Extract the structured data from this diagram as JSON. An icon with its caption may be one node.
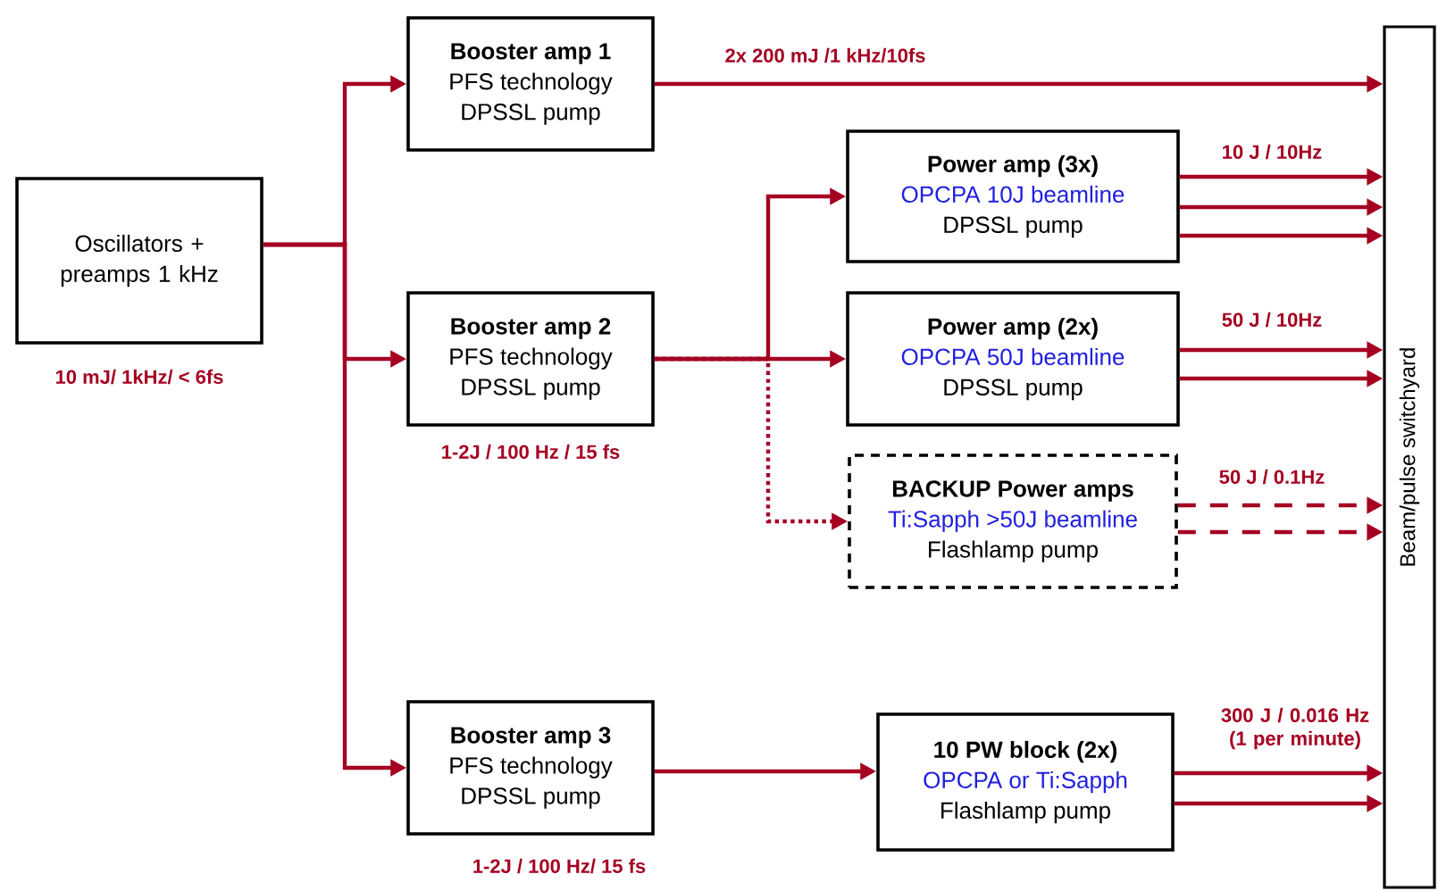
{
  "diagram": {
    "nodes": [
      {
        "text": [
          "Oscillators + preamps 1 kHz"
        ],
        "beside": [
          "10 mJ/ 1kHz/ < 6fs"
        ]
      },
      {
        "text": [
          "Booster amp 1",
          "PFS technology",
          "DPSSL pump"
        ]
      },
      {
        "text": [
          "Booster amp 2",
          "PFS technology",
          "DPSSL pump"
        ],
        "beside": [
          "1-2J / 100 Hz / 15 fs"
        ]
      },
      {
        "text": [
          "Power amp  (3x)",
          "OPCPA 10J beamline",
          "DPSSL pump"
        ]
      },
      {
        "text": [
          "Power amp  (2x)",
          "OPCPA 50J beamline",
          "DPSSL pump"
        ]
      },
      {
        "text": [
          "BACKUP Power amps",
          "Ti:Sapph >50J beamline",
          "Flashlamp pump"
        ]
      },
      {
        "text": [
          "Booster amp 3",
          "PFS technology",
          "DPSSL pump"
        ],
        "beside": [
          "1-2J / 100 Hz/ 15 fs"
        ]
      },
      {
        "text": [
          "10 PW block (2x)",
          "OPCPA or Ti:Sapph",
          "Flashlamp pump"
        ]
      },
      {
        "text": [
          "Beam/pulse switchyard"
        ]
      }
    ],
    "edges": [
      {
        "from": 0,
        "to": 1,
        "arrow": "to"
      },
      {
        "from": 0,
        "to": 2,
        "arrow": "to"
      },
      {
        "from": 0,
        "to": 6,
        "arrow": "to"
      },
      {
        "from": 1,
        "to": 8,
        "arrow": "to",
        "label": "2x 200 mJ /1 kHz/10fs"
      },
      {
        "from": 2,
        "to": 3,
        "arrow": "to"
      },
      {
        "from": 2,
        "to": 4,
        "arrow": "to"
      },
      {
        "from": 2,
        "to": 5,
        "arrow": "to",
        "style": "dashed"
      },
      {
        "from": 3,
        "to": 8,
        "arrow": "to",
        "label": "10 J / 10Hz"
      },
      {
        "from": 3,
        "to": 8,
        "arrow": "to"
      },
      {
        "from": 3,
        "to": 8,
        "arrow": "to"
      },
      {
        "from": 4,
        "to": 8,
        "arrow": "to",
        "label": "50 J / 10Hz"
      },
      {
        "from": 4,
        "to": 8,
        "arrow": "to"
      },
      {
        "from": 5,
        "to": 8,
        "arrow": "to",
        "style": "dashed",
        "label": "50 J / 0.1Hz"
      },
      {
        "from": 5,
        "to": 8,
        "arrow": "to",
        "style": "dashed"
      },
      {
        "from": 6,
        "to": 7,
        "arrow": "to"
      },
      {
        "from": 7,
        "to": 8,
        "arrow": "to",
        "label": "300 J / 0.016 Hz (1 per minute)"
      },
      {
        "from": 7,
        "to": 8,
        "arrow": "to"
      }
    ]
  }
}
